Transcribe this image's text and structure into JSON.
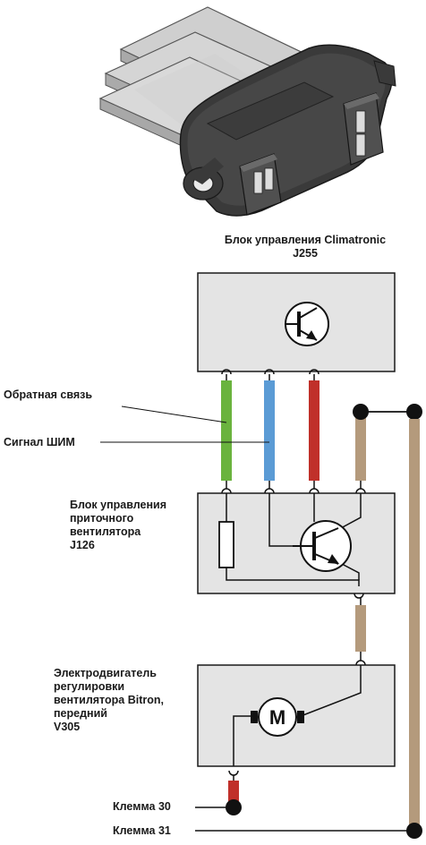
{
  "top_unit": {
    "title_line1": "Блок управления Climatronic",
    "title_line2": "J255"
  },
  "labels": {
    "feedback": "Обратная связь",
    "pwm_signal": "Сигнал ШИМ",
    "blower_unit": [
      "Блок управления",
      "приточного",
      "вентилятора",
      "J126"
    ],
    "motor": [
      "Электродвигатель",
      "регулировки",
      "вентилятора Bitron,",
      "передний",
      "V305"
    ],
    "motor_symbol": "M",
    "terminal_30": "Клемма 30",
    "terminal_31": "Клемма 31"
  },
  "wire_colors": {
    "green": "#6ab33e",
    "blue": "#5b9bd5",
    "red": "#c0302a",
    "brown": "#b49a7c",
    "box_fill": "#e4e4e4"
  }
}
